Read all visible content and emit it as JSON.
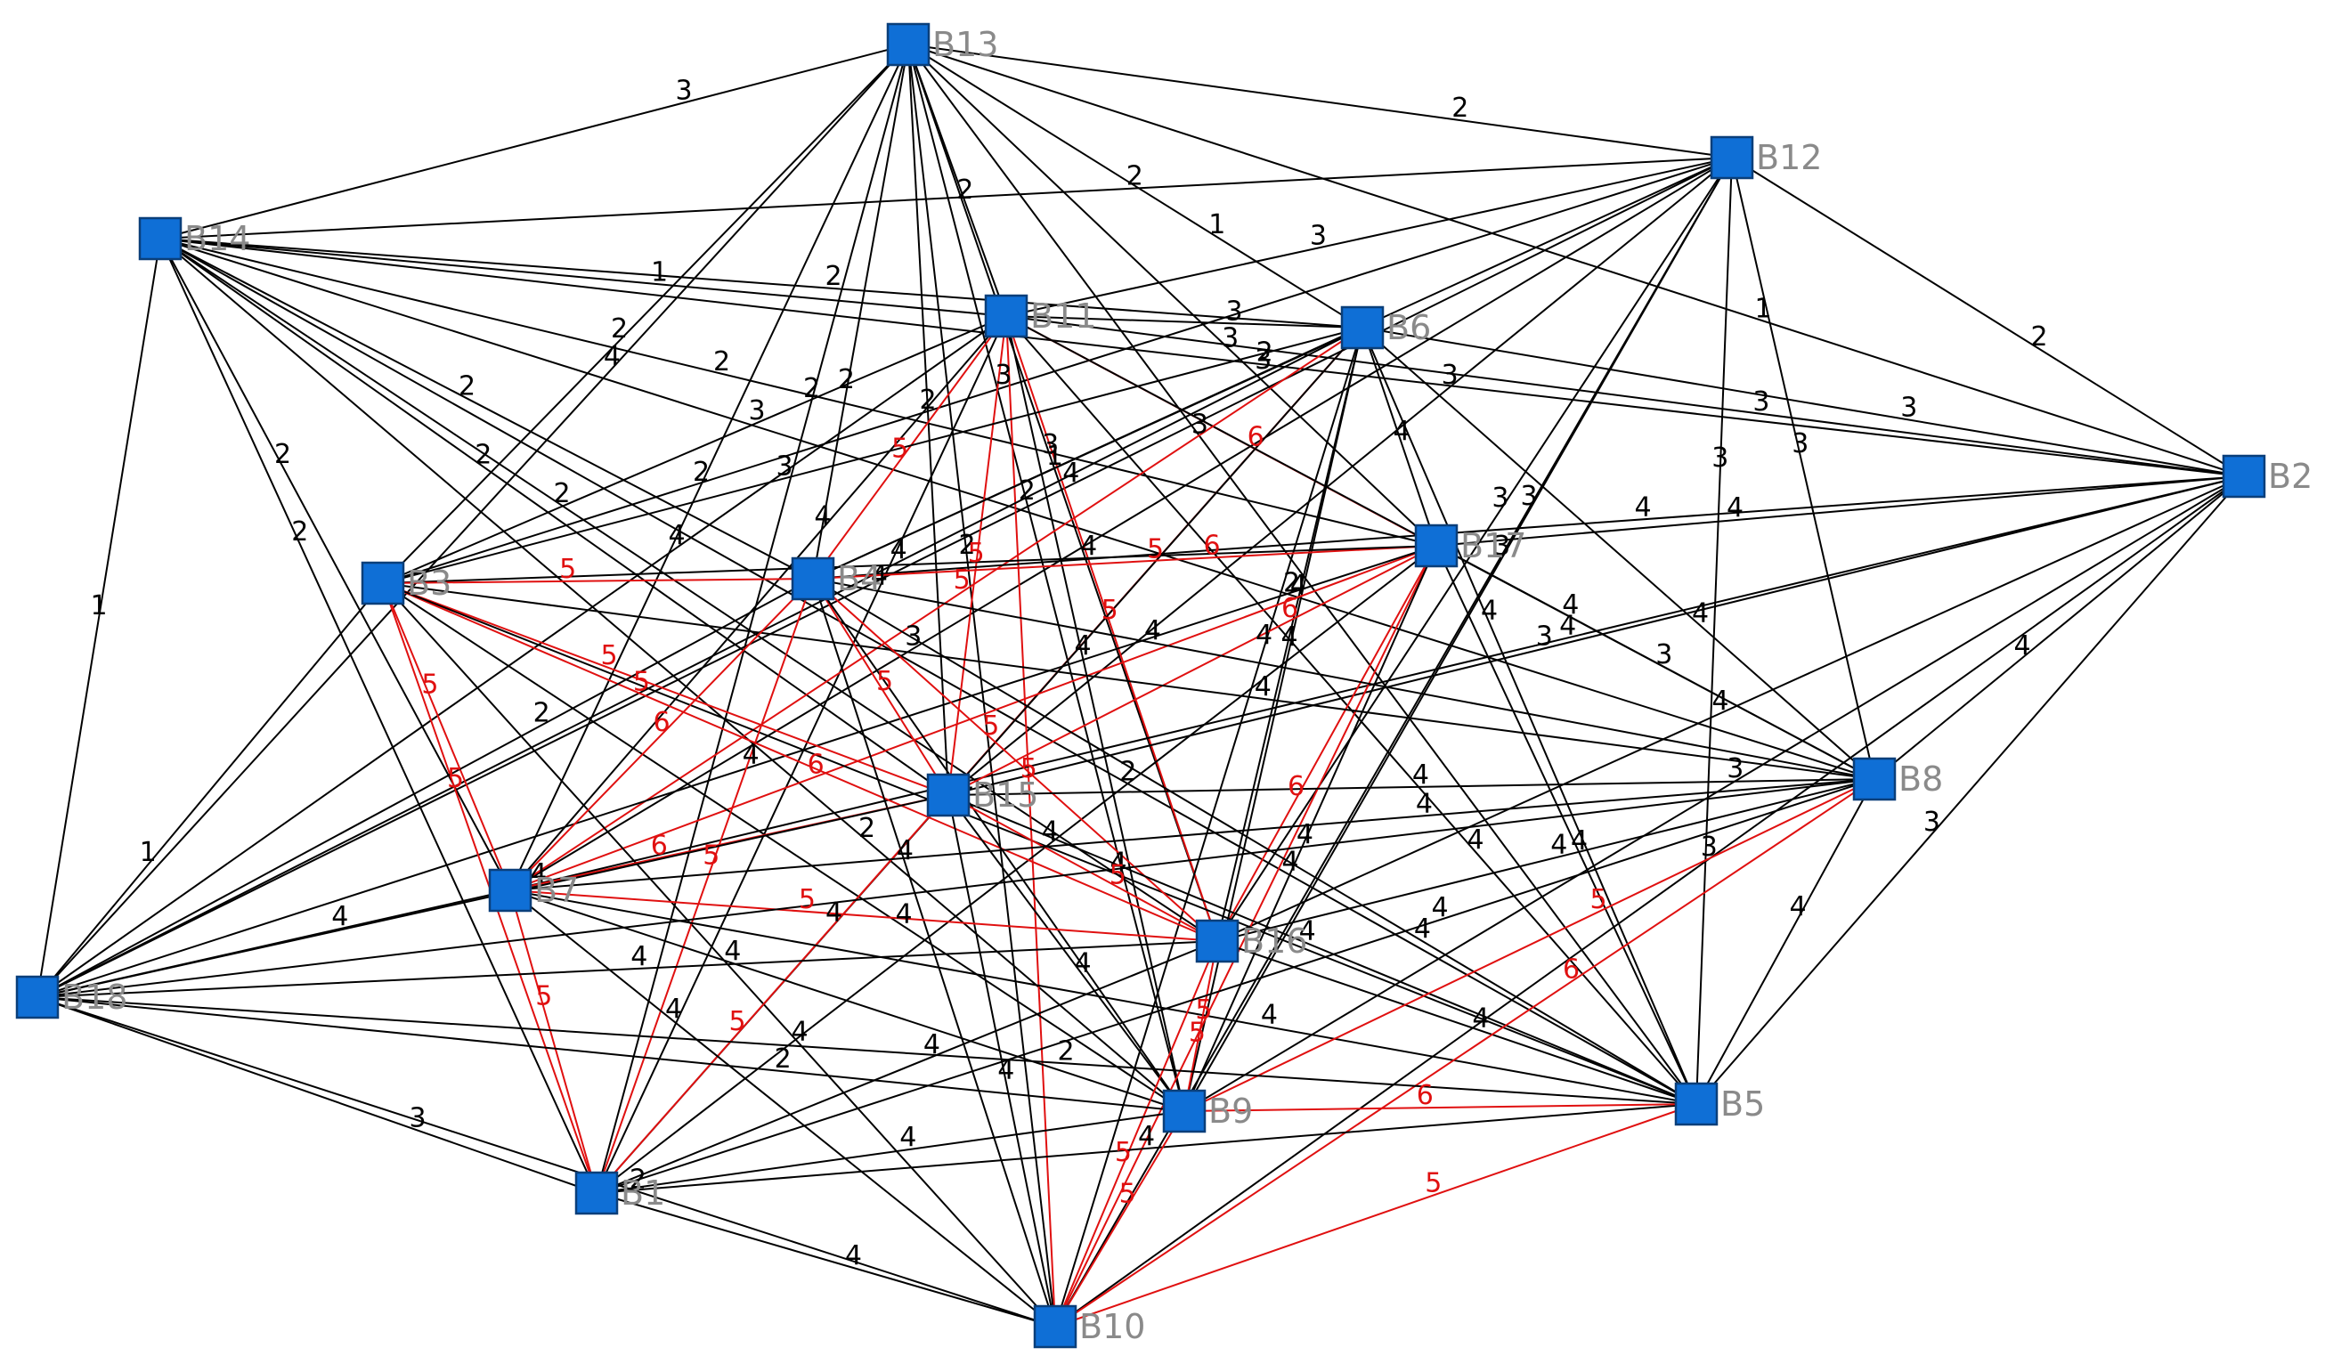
{
  "colors": {
    "node_fill": "#0f6fd6",
    "node_border": "#0a3f7a",
    "node_label": "#8a8a8a",
    "edge_default": "#000000",
    "edge_highlight": "#e01010"
  },
  "nodes": [
    {
      "id": "B1",
      "label": "B1"
    },
    {
      "id": "B2",
      "label": "B2"
    },
    {
      "id": "B3",
      "label": "B3"
    },
    {
      "id": "B4",
      "label": "B4"
    },
    {
      "id": "B5",
      "label": "B5"
    },
    {
      "id": "B6",
      "label": "B6"
    },
    {
      "id": "B7",
      "label": "B7"
    },
    {
      "id": "B8",
      "label": "B8"
    },
    {
      "id": "B9",
      "label": "B9"
    },
    {
      "id": "B10",
      "label": "B10"
    },
    {
      "id": "B11",
      "label": "B11"
    },
    {
      "id": "B12",
      "label": "B12"
    },
    {
      "id": "B13",
      "label": "B13"
    },
    {
      "id": "B14",
      "label": "B14"
    },
    {
      "id": "B15",
      "label": "B15"
    },
    {
      "id": "B16",
      "label": "B16"
    },
    {
      "id": "B17",
      "label": "B17"
    },
    {
      "id": "B18",
      "label": "B18"
    }
  ],
  "edges": [
    {
      "from": "B13",
      "to": "B14",
      "weight": "3",
      "highlight": false
    },
    {
      "from": "B13",
      "to": "B12",
      "weight": "2",
      "highlight": false
    },
    {
      "from": "B13",
      "to": "B2",
      "weight": "1",
      "highlight": false
    },
    {
      "from": "B13",
      "to": "B17",
      "weight": "3",
      "highlight": false
    },
    {
      "from": "B13",
      "to": "B11",
      "weight": "2",
      "highlight": false
    },
    {
      "from": "B13",
      "to": "B3",
      "weight": "2",
      "highlight": false
    },
    {
      "from": "B13",
      "to": "B7",
      "weight": "2",
      "highlight": false
    },
    {
      "from": "B13",
      "to": "B15",
      "weight": "2",
      "highlight": false
    },
    {
      "from": "B13",
      "to": "B16",
      "weight": "3",
      "highlight": false
    },
    {
      "from": "B13",
      "to": "B9",
      "weight": "2",
      "highlight": false
    },
    {
      "from": "B13",
      "to": "B10",
      "weight": "2",
      "highlight": false
    },
    {
      "from": "B13",
      "to": "B5",
      "weight": "3",
      "highlight": false
    },
    {
      "from": "B13",
      "to": "B18",
      "weight": "4",
      "highlight": false
    },
    {
      "from": "B13",
      "to": "B1",
      "weight": "2",
      "highlight": false
    },
    {
      "from": "B13",
      "to": "B6",
      "weight": "1",
      "highlight": false
    },
    {
      "from": "B13",
      "to": "B4",
      "weight": "2",
      "highlight": false
    },
    {
      "from": "B14",
      "to": "B12",
      "weight": "2",
      "highlight": false
    },
    {
      "from": "B14",
      "to": "B11",
      "weight": "1",
      "highlight": false
    },
    {
      "from": "B14",
      "to": "B6",
      "weight": "2",
      "highlight": false
    },
    {
      "from": "B14",
      "to": "B2",
      "weight": "2",
      "highlight": false
    },
    {
      "from": "B14",
      "to": "B18",
      "weight": "1",
      "highlight": false
    },
    {
      "from": "B14",
      "to": "B4",
      "weight": "2",
      "highlight": false
    },
    {
      "from": "B14",
      "to": "B17",
      "weight": "2",
      "highlight": false
    },
    {
      "from": "B14",
      "to": "B15",
      "weight": "2",
      "highlight": false
    },
    {
      "from": "B14",
      "to": "B16",
      "weight": "2",
      "highlight": false
    },
    {
      "from": "B14",
      "to": "B7",
      "weight": "2",
      "highlight": false
    },
    {
      "from": "B14",
      "to": "B1",
      "weight": "2",
      "highlight": false
    },
    {
      "from": "B14",
      "to": "B9",
      "weight": "2",
      "highlight": false
    },
    {
      "from": "B14",
      "to": "B8",
      "weight": "2",
      "highlight": false
    },
    {
      "from": "B14",
      "to": "B5",
      "weight": "2",
      "highlight": false
    },
    {
      "from": "B12",
      "to": "B2",
      "weight": "2",
      "highlight": false
    },
    {
      "from": "B12",
      "to": "B11",
      "weight": "3",
      "highlight": false
    },
    {
      "from": "B12",
      "to": "B3",
      "weight": "3",
      "highlight": false
    },
    {
      "from": "B12",
      "to": "B4",
      "weight": "3",
      "highlight": false
    },
    {
      "from": "B12",
      "to": "B8",
      "weight": "3",
      "highlight": false
    },
    {
      "from": "B12",
      "to": "B16",
      "weight": "3",
      "highlight": false
    },
    {
      "from": "B12",
      "to": "B9",
      "weight": "3",
      "highlight": false
    },
    {
      "from": "B12",
      "to": "B18",
      "weight": "4",
      "highlight": false
    },
    {
      "from": "B12",
      "to": "B15",
      "weight": "3",
      "highlight": false
    },
    {
      "from": "B12",
      "to": "B5",
      "weight": "3",
      "highlight": false
    },
    {
      "from": "B12",
      "to": "B10",
      "weight": "3",
      "highlight": false
    },
    {
      "from": "B12",
      "to": "B7",
      "weight": "3",
      "highlight": false
    },
    {
      "from": "B11",
      "to": "B6",
      "weight": "3",
      "highlight": false
    },
    {
      "from": "B11",
      "to": "B2",
      "weight": "3",
      "highlight": false
    },
    {
      "from": "B11",
      "to": "B17",
      "weight": "6",
      "highlight": true
    },
    {
      "from": "B11",
      "to": "B4",
      "weight": "5",
      "highlight": true
    },
    {
      "from": "B11",
      "to": "B15",
      "weight": "5",
      "highlight": true
    },
    {
      "from": "B11",
      "to": "B16",
      "weight": "5",
      "highlight": true
    },
    {
      "from": "B11",
      "to": "B10",
      "weight": "5",
      "highlight": true
    },
    {
      "from": "B11",
      "to": "B9",
      "weight": "4",
      "highlight": false
    },
    {
      "from": "B11",
      "to": "B3",
      "weight": "3",
      "highlight": false
    },
    {
      "from": "B11",
      "to": "B7",
      "weight": "4",
      "highlight": false
    },
    {
      "from": "B11",
      "to": "B18",
      "weight": "4",
      "highlight": false
    },
    {
      "from": "B11",
      "to": "B1",
      "weight": "4",
      "highlight": false
    },
    {
      "from": "B11",
      "to": "B5",
      "weight": "4",
      "highlight": false
    },
    {
      "from": "B11",
      "to": "B8",
      "weight": "4",
      "highlight": false
    },
    {
      "from": "B6",
      "to": "B2",
      "weight": "3",
      "highlight": false
    },
    {
      "from": "B6",
      "to": "B3",
      "weight": "3",
      "highlight": false
    },
    {
      "from": "B6",
      "to": "B4",
      "weight": "1",
      "highlight": false
    },
    {
      "from": "B6",
      "to": "B17",
      "weight": "4",
      "highlight": false
    },
    {
      "from": "B6",
      "to": "B15",
      "weight": "5",
      "highlight": true
    },
    {
      "from": "B6",
      "to": "B7",
      "weight": "5",
      "highlight": true
    },
    {
      "from": "B6",
      "to": "B16",
      "weight": "4",
      "highlight": false
    },
    {
      "from": "B6",
      "to": "B9",
      "weight": "4",
      "highlight": false
    },
    {
      "from": "B6",
      "to": "B5",
      "weight": "4",
      "highlight": false
    },
    {
      "from": "B6",
      "to": "B18",
      "weight": "4",
      "highlight": false
    },
    {
      "from": "B6",
      "to": "B10",
      "weight": "4",
      "highlight": false
    },
    {
      "from": "B6",
      "to": "B1",
      "weight": "4",
      "highlight": false
    },
    {
      "from": "B6",
      "to": "B8",
      "weight": "4",
      "highlight": false
    },
    {
      "from": "B2",
      "to": "B17",
      "weight": "4",
      "highlight": false
    },
    {
      "from": "B2",
      "to": "B8",
      "weight": "4",
      "highlight": false
    },
    {
      "from": "B2",
      "to": "B5",
      "weight": "3",
      "highlight": false
    },
    {
      "from": "B2",
      "to": "B15",
      "weight": "3",
      "highlight": false
    },
    {
      "from": "B2",
      "to": "B16",
      "weight": "4",
      "highlight": false
    },
    {
      "from": "B2",
      "to": "B9",
      "weight": "3",
      "highlight": false
    },
    {
      "from": "B2",
      "to": "B10",
      "weight": "3",
      "highlight": false
    },
    {
      "from": "B2",
      "to": "B4",
      "weight": "4",
      "highlight": false
    },
    {
      "from": "B2",
      "to": "B7",
      "weight": "4",
      "highlight": false
    },
    {
      "from": "B17",
      "to": "B4",
      "weight": "6",
      "highlight": true
    },
    {
      "from": "B17",
      "to": "B3",
      "weight": "4",
      "highlight": false
    },
    {
      "from": "B17",
      "to": "B15",
      "weight": "6",
      "highlight": true
    },
    {
      "from": "B17",
      "to": "B7",
      "weight": "6",
      "highlight": true
    },
    {
      "from": "B17",
      "to": "B16",
      "weight": "6",
      "highlight": true
    },
    {
      "from": "B17",
      "to": "B10",
      "weight": "5",
      "highlight": true
    },
    {
      "from": "B17",
      "to": "B9",
      "weight": "4",
      "highlight": false
    },
    {
      "from": "B17",
      "to": "B5",
      "weight": "4",
      "highlight": false
    },
    {
      "from": "B17",
      "to": "B8",
      "weight": "3",
      "highlight": false
    },
    {
      "from": "B17",
      "to": "B18",
      "weight": "4",
      "highlight": false
    },
    {
      "from": "B17",
      "to": "B1",
      "weight": "4",
      "highlight": false
    },
    {
      "from": "B3",
      "to": "B4",
      "weight": "5",
      "highlight": true
    },
    {
      "from": "B3",
      "to": "B15",
      "weight": "5",
      "highlight": true
    },
    {
      "from": "B3",
      "to": "B7",
      "weight": "5",
      "highlight": true
    },
    {
      "from": "B3",
      "to": "B1",
      "weight": "5",
      "highlight": true
    },
    {
      "from": "B3",
      "to": "B16",
      "weight": "5",
      "highlight": true
    },
    {
      "from": "B3",
      "to": "B18",
      "weight": "1",
      "highlight": false
    },
    {
      "from": "B3",
      "to": "B9",
      "weight": "4",
      "highlight": false
    },
    {
      "from": "B3",
      "to": "B10",
      "weight": "4",
      "highlight": false
    },
    {
      "from": "B3",
      "to": "B8",
      "weight": "4",
      "highlight": false
    },
    {
      "from": "B3",
      "to": "B5",
      "weight": "4",
      "highlight": false
    },
    {
      "from": "B4",
      "to": "B15",
      "weight": "5",
      "highlight": true
    },
    {
      "from": "B4",
      "to": "B7",
      "weight": "6",
      "highlight": true
    },
    {
      "from": "B4",
      "to": "B1",
      "weight": "5",
      "highlight": true
    },
    {
      "from": "B4",
      "to": "B16",
      "weight": "5",
      "highlight": true
    },
    {
      "from": "B4",
      "to": "B9",
      "weight": "4",
      "highlight": false
    },
    {
      "from": "B4",
      "to": "B10",
      "weight": "4",
      "highlight": false
    },
    {
      "from": "B4",
      "to": "B18",
      "weight": "2",
      "highlight": false
    },
    {
      "from": "B4",
      "to": "B8",
      "weight": "4",
      "highlight": false
    },
    {
      "from": "B4",
      "to": "B5",
      "weight": "4",
      "highlight": false
    },
    {
      "from": "B15",
      "to": "B7",
      "weight": "6",
      "highlight": true
    },
    {
      "from": "B15",
      "to": "B16",
      "weight": "5",
      "highlight": true
    },
    {
      "from": "B15",
      "to": "B1",
      "weight": "5",
      "highlight": true
    },
    {
      "from": "B15",
      "to": "B9",
      "weight": "4",
      "highlight": false
    },
    {
      "from": "B15",
      "to": "B10",
      "weight": "4",
      "highlight": false
    },
    {
      "from": "B15",
      "to": "B8",
      "weight": "4",
      "highlight": false
    },
    {
      "from": "B15",
      "to": "B5",
      "weight": "4",
      "highlight": false
    },
    {
      "from": "B15",
      "to": "B18",
      "weight": "4",
      "highlight": false
    },
    {
      "from": "B7",
      "to": "B16",
      "weight": "5",
      "highlight": true
    },
    {
      "from": "B7",
      "to": "B1",
      "weight": "5",
      "highlight": true
    },
    {
      "from": "B7",
      "to": "B18",
      "weight": "4",
      "highlight": false
    },
    {
      "from": "B7",
      "to": "B9",
      "weight": "4",
      "highlight": false
    },
    {
      "from": "B7",
      "to": "B10",
      "weight": "4",
      "highlight": false
    },
    {
      "from": "B7",
      "to": "B8",
      "weight": "4",
      "highlight": false
    },
    {
      "from": "B7",
      "to": "B5",
      "weight": "4",
      "highlight": false
    },
    {
      "from": "B16",
      "to": "B9",
      "weight": "5",
      "highlight": true
    },
    {
      "from": "B16",
      "to": "B10",
      "weight": "5",
      "highlight": true
    },
    {
      "from": "B16",
      "to": "B5",
      "weight": "4",
      "highlight": false
    },
    {
      "from": "B16",
      "to": "B8",
      "weight": "4",
      "highlight": false
    },
    {
      "from": "B16",
      "to": "B18",
      "weight": "4",
      "highlight": false
    },
    {
      "from": "B16",
      "to": "B1",
      "weight": "4",
      "highlight": false
    },
    {
      "from": "B8",
      "to": "B5",
      "weight": "4",
      "highlight": false
    },
    {
      "from": "B8",
      "to": "B9",
      "weight": "5",
      "highlight": true
    },
    {
      "from": "B8",
      "to": "B10",
      "weight": "6",
      "highlight": true
    },
    {
      "from": "B8",
      "to": "B1",
      "weight": "4",
      "highlight": false
    },
    {
      "from": "B8",
      "to": "B18",
      "weight": "4",
      "highlight": false
    },
    {
      "from": "B18",
      "to": "B1",
      "weight": "3",
      "highlight": false
    },
    {
      "from": "B18",
      "to": "B9",
      "weight": "2",
      "highlight": false
    },
    {
      "from": "B18",
      "to": "B5",
      "weight": "2",
      "highlight": false
    },
    {
      "from": "B18",
      "to": "B10",
      "weight": "2",
      "highlight": false
    },
    {
      "from": "B1",
      "to": "B10",
      "weight": "4",
      "highlight": false
    },
    {
      "from": "B1",
      "to": "B9",
      "weight": "4",
      "highlight": false
    },
    {
      "from": "B1",
      "to": "B5",
      "weight": "4",
      "highlight": false
    },
    {
      "from": "B9",
      "to": "B5",
      "weight": "6",
      "highlight": true
    },
    {
      "from": "B9",
      "to": "B10",
      "weight": "5",
      "highlight": true
    },
    {
      "from": "B5",
      "to": "B10",
      "weight": "5",
      "highlight": true
    }
  ]
}
